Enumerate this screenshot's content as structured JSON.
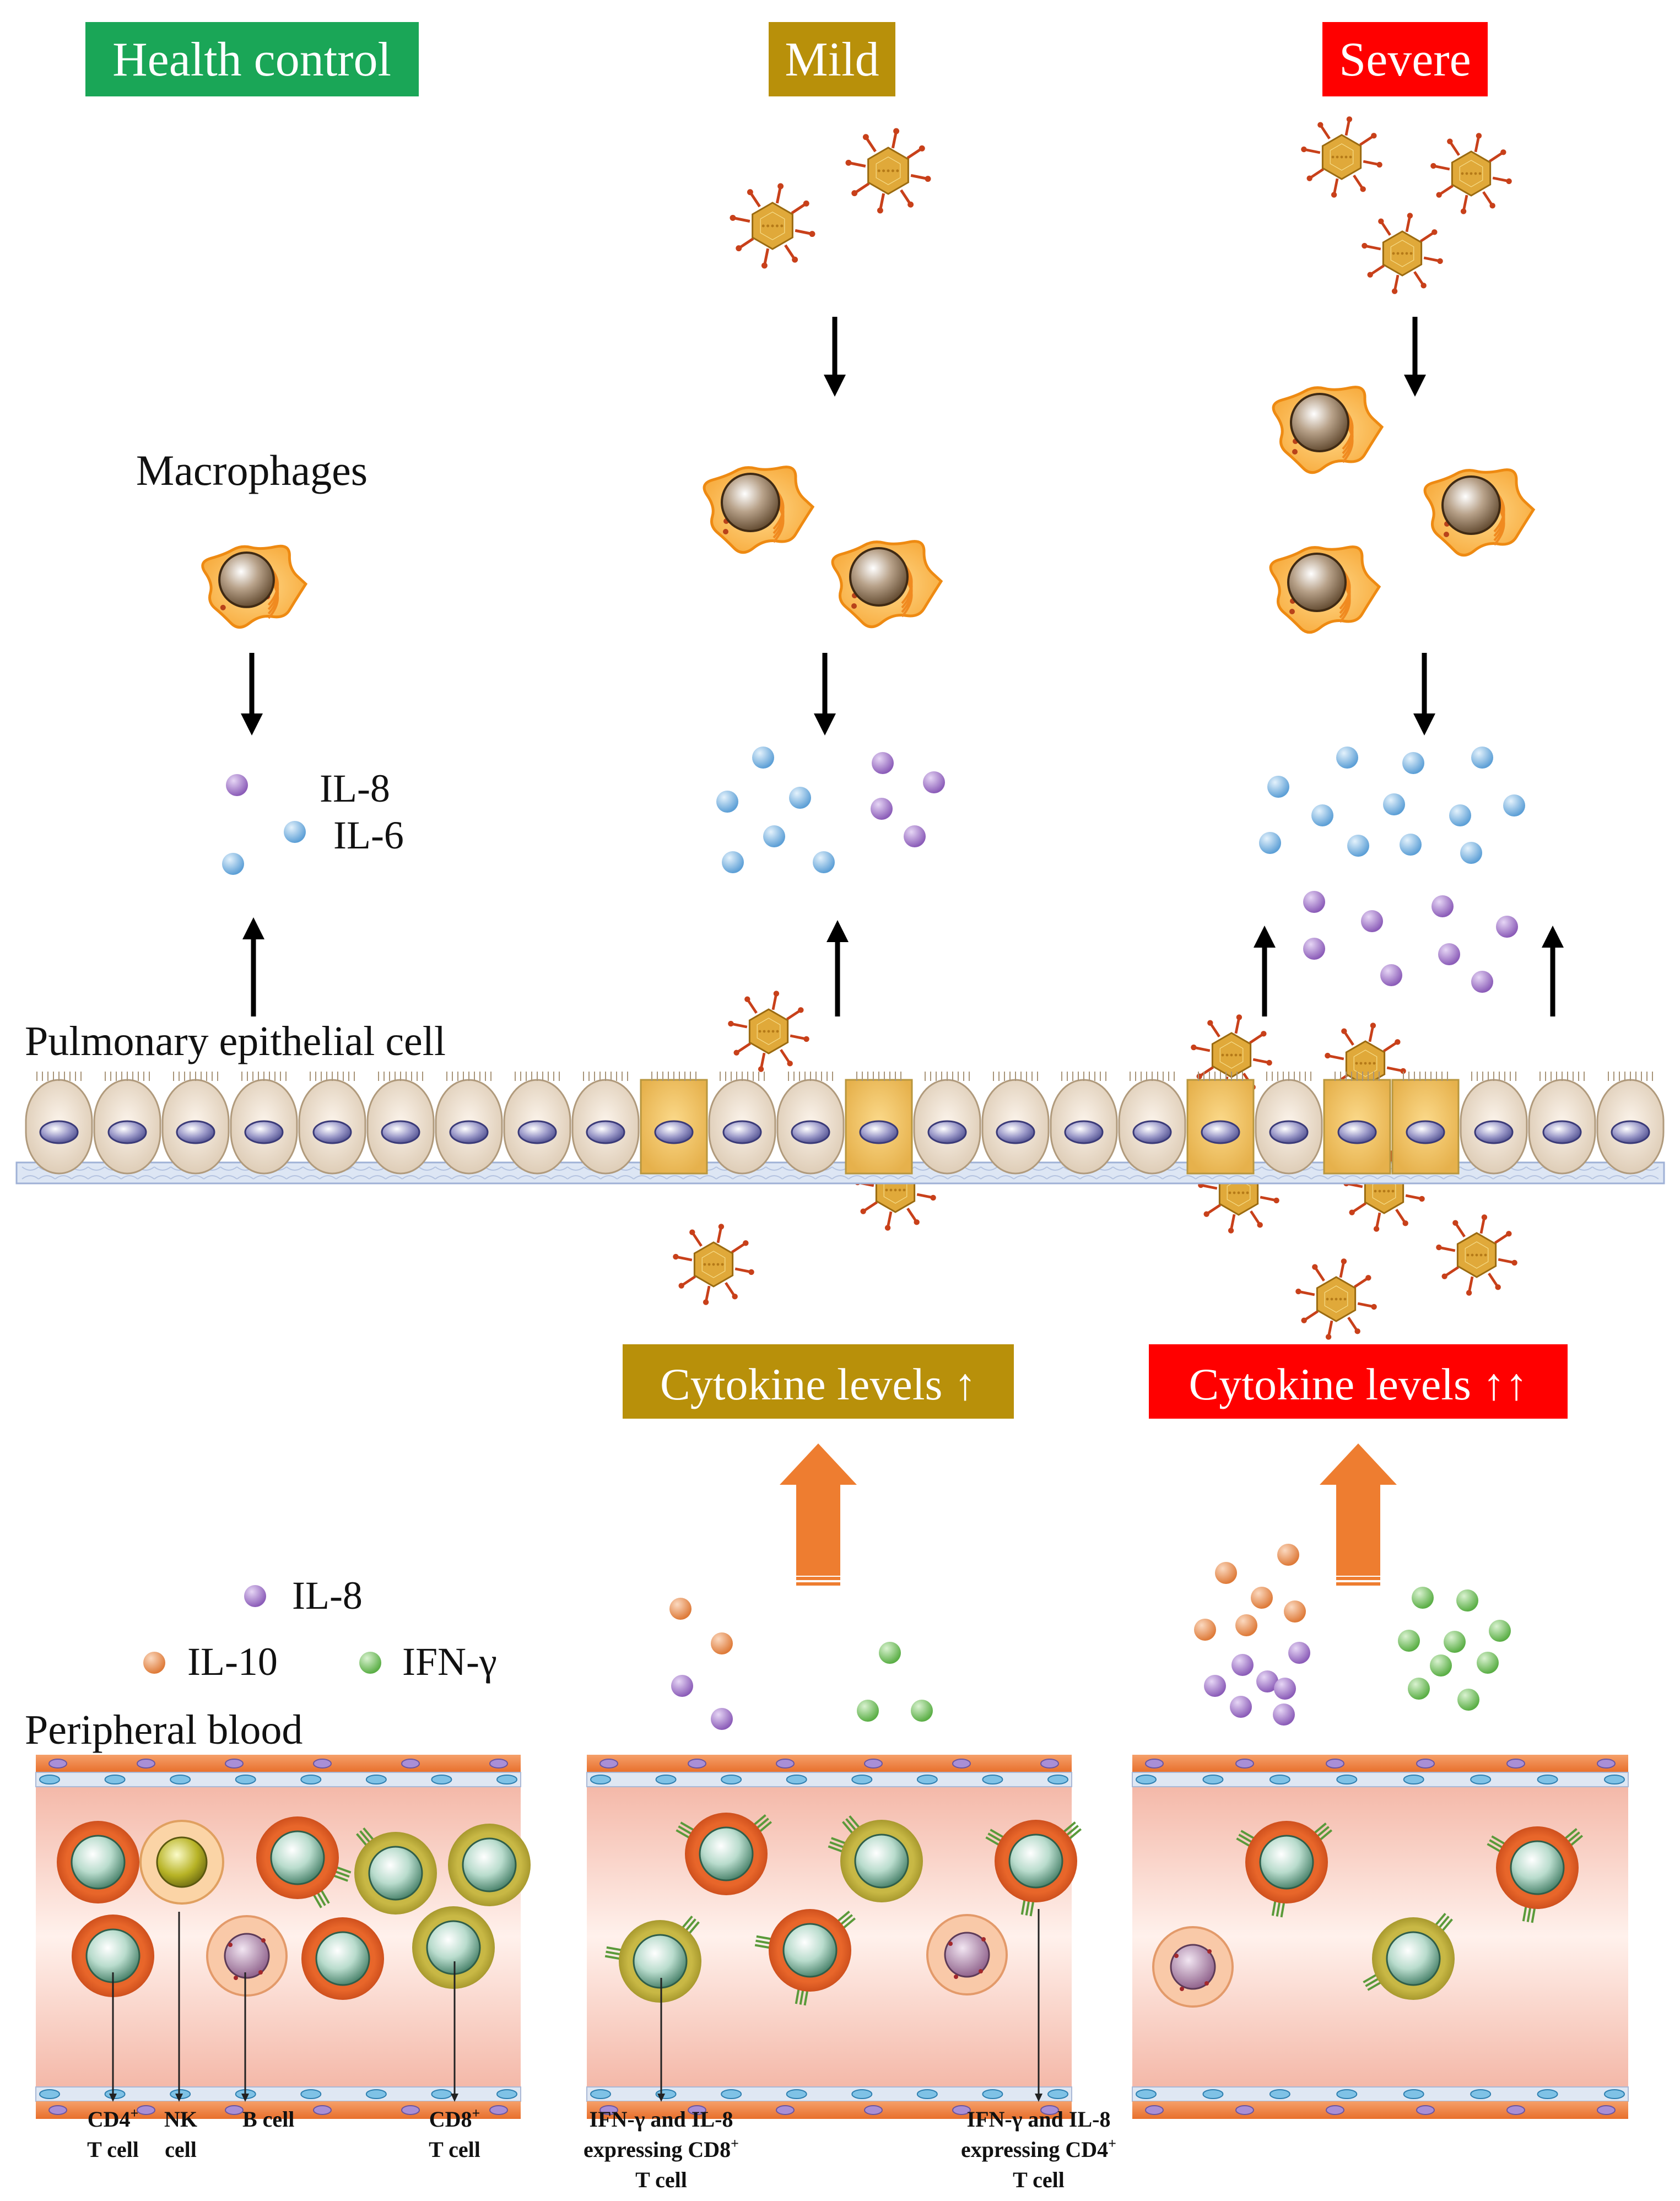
{
  "headers": {
    "health": "Health control",
    "mild": "Mild",
    "severe": "Severe"
  },
  "labels": {
    "macrophages": "Macrophages",
    "pulmonary": "Pulmonary epithelial cell",
    "peripheral": "Peripheral blood",
    "il8_top": "IL-8",
    "il6_top": "IL-6",
    "il8_bottom": "IL-8",
    "il10": "IL-10",
    "ifng": "IFN-γ"
  },
  "banners": {
    "mild": "Cytokine levels ↑",
    "severe": "Cytokine levels ↑↑"
  },
  "cell_captions": {
    "cd4_l1": "CD4",
    "cd4_sup": "+",
    "cd4_l2": "T cell",
    "nk_l1": "NK",
    "nk_l2": "cell",
    "bcell": "B cell",
    "cd8_l1": "CD8",
    "cd8_sup": "+",
    "cd8_l2": "T cell",
    "exp_cd8_l1": "IFN-γ and IL-8",
    "exp_cd8_l2": "expressing CD8",
    "exp_cd8_sup": "+",
    "exp_cd8_l3": "T cell",
    "exp_cd4_l1": "IFN-γ and IL-8",
    "exp_cd4_l2": "expressing CD4",
    "exp_cd4_sup": "+",
    "exp_cd4_l3": "T cell"
  },
  "colors": {
    "health": "#1aa657",
    "mild": "#b8900a",
    "severe": "#ff0000",
    "il8": "#9b6fc4",
    "il6": "#6aaee0",
    "il10": "#e58a4c",
    "ifng": "#6cbf58",
    "arrow_orange": "#ee7d30",
    "macrophage": "#f9b64a"
  },
  "icons": [
    "virus-icon",
    "macrophage-icon",
    "epithelial-cell-icon",
    "blood-vessel-icon",
    "t-cell-icon",
    "nk-cell-icon",
    "b-cell-icon",
    "arrow-icon"
  ]
}
